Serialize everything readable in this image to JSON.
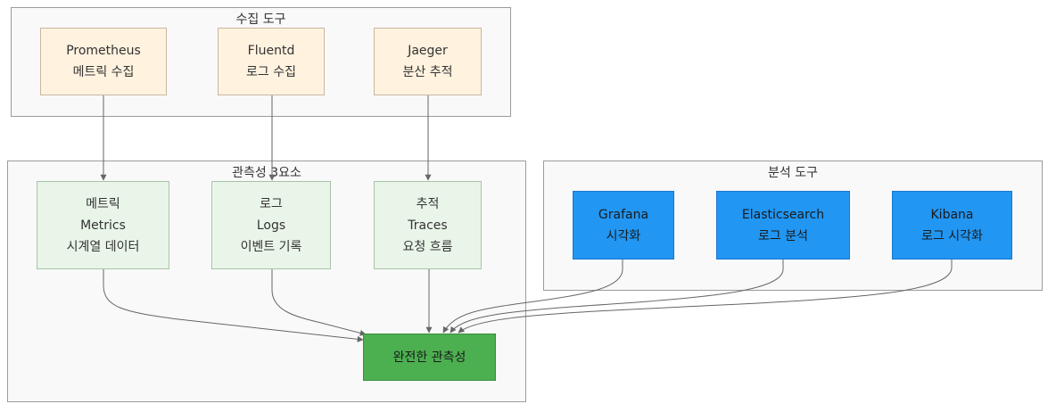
{
  "clusters": {
    "collection": {
      "title": "수집 도구"
    },
    "pillars": {
      "title": "관측성 3요소"
    },
    "analysis": {
      "title": "분석 도구"
    }
  },
  "nodes": {
    "prometheus": {
      "line1": "Prometheus",
      "line2": "메트릭 수집"
    },
    "fluentd": {
      "line1": "Fluentd",
      "line2": "로그 수집"
    },
    "jaeger": {
      "line1": "Jaeger",
      "line2": "분산 추적"
    },
    "metrics": {
      "line1": "메트릭",
      "line2": "Metrics",
      "line3": "시계열 데이터"
    },
    "logs": {
      "line1": "로그",
      "line2": "Logs",
      "line3": "이벤트 기록"
    },
    "traces": {
      "line1": "추적",
      "line2": "Traces",
      "line3": "요청 흐름"
    },
    "grafana": {
      "line1": "Grafana",
      "line2": "시각화"
    },
    "elasticsearch": {
      "line1": "Elasticsearch",
      "line2": "로그 분석"
    },
    "kibana": {
      "line1": "Kibana",
      "line2": "로그 시각화"
    },
    "complete": {
      "line1": "완전한 관측성"
    }
  },
  "colors": {
    "tool_fill": "#fff2df",
    "pillar_fill": "#e9f5e9",
    "viz_fill": "#2196f3",
    "result_fill": "#4caf50",
    "cluster_fill": "#f9f9f9",
    "edge": "#666666"
  }
}
